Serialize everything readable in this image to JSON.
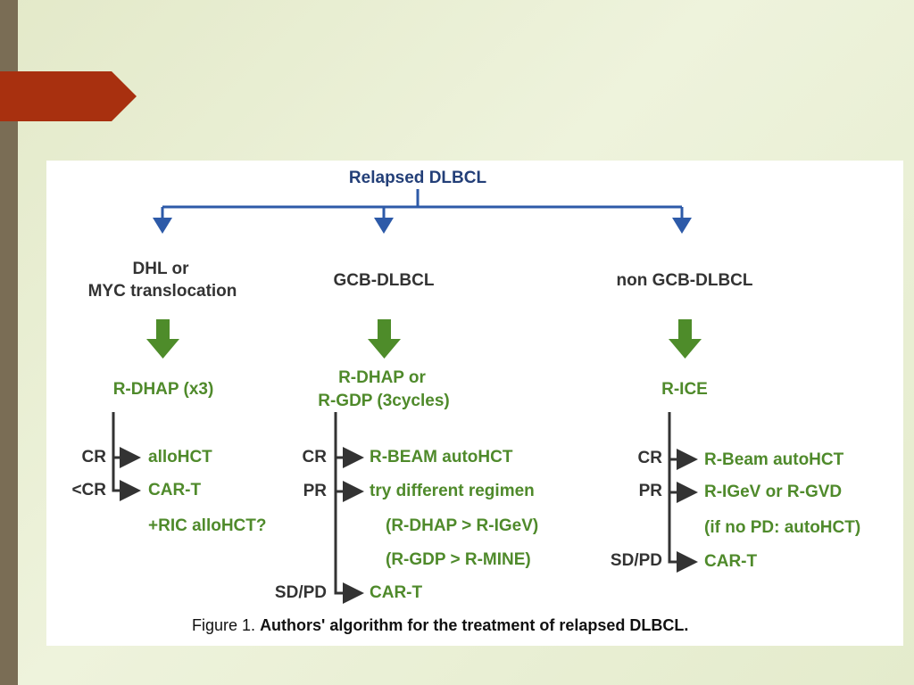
{
  "title": "Relapsed DLBCL",
  "columns": [
    {
      "heading": [
        "DHL or",
        "MYC translocation"
      ],
      "treatment": [
        "R-DHAP (x3)"
      ],
      "responses": [
        {
          "label": "CR",
          "outcome": "alloHCT"
        },
        {
          "label": "<CR",
          "outcome": "CAR-T"
        }
      ],
      "extra": [
        "+RIC alloHCT?"
      ]
    },
    {
      "heading": [
        "GCB-DLBCL"
      ],
      "treatment": [
        "R-DHAP or",
        "R-GDP (3cycles)"
      ],
      "responses": [
        {
          "label": "CR",
          "outcome": "R-BEAM autoHCT"
        },
        {
          "label": "PR",
          "outcome": "try different regimen"
        },
        {
          "label": "SD/PD",
          "outcome": "CAR-T"
        }
      ],
      "extra": [
        "(R-DHAP > R-IGeV)",
        "(R-GDP > R-MINE)"
      ]
    },
    {
      "heading": [
        "non GCB-DLBCL"
      ],
      "treatment": [
        "R-ICE"
      ],
      "responses": [
        {
          "label": "CR",
          "outcome": "R-Beam autoHCT"
        },
        {
          "label": "PR",
          "outcome": "R-IGeV or R-GVD"
        },
        {
          "label": "SD/PD",
          "outcome": "CAR-T"
        }
      ],
      "extra": [
        "(if no PD: autoHCT)"
      ]
    }
  ],
  "caption": {
    "prefix": "Figure 1.",
    "text": "Authors' algorithm for the treatment of relapsed DLBCL."
  },
  "colors": {
    "blue_arrow": "#2d5aa8",
    "green_arrow": "#4e8c2a",
    "treatment_text": "#4f8a2b",
    "accent_tab": "#a8300f"
  }
}
